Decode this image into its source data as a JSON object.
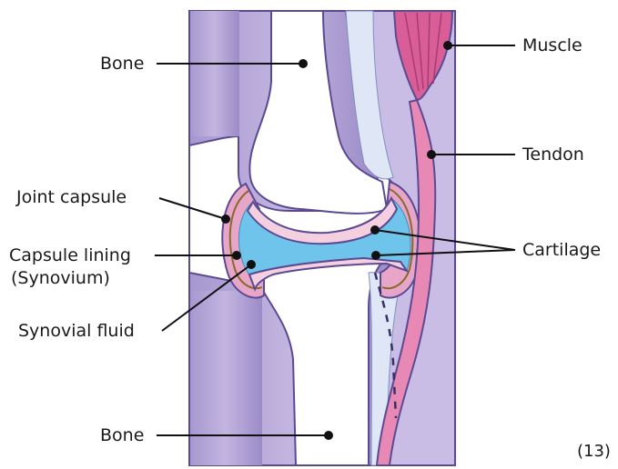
{
  "labels": {
    "bone_top": "Bone",
    "joint_capsule": "Joint capsule",
    "capsule_lining_1": "Capsule lining",
    "capsule_lining_2": "(Synovium)",
    "synovial_fluid": "Synovial fluid",
    "bone_bottom": "Bone",
    "muscle": "Muscle",
    "tendon": "Tendon",
    "cartilage": "Cartilage"
  },
  "figure_number": "(13)",
  "colors": {
    "bone": "#b9a9d8",
    "bone_outline": "#5b4a93",
    "marrow": "#ffffff",
    "capsule": "#e7a6c8",
    "synovium_line": "#8a6a2c",
    "fluid": "#6fc4ec",
    "cartilage": "#f3cfe0",
    "muscle": "#d95d97",
    "tendon": "#e789b4",
    "periosteum_blue": "#dfe7f6",
    "leader": "#111111"
  }
}
